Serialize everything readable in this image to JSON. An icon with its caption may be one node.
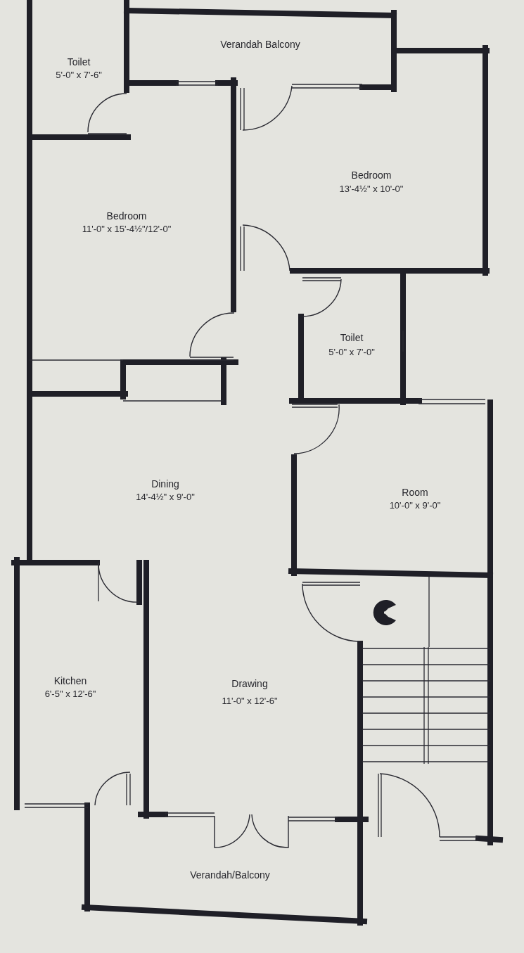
{
  "diagram": {
    "labels": [
      "Verandah Balcony",
      "Toilet",
      "5'-0\" x 7'-6\"",
      "Bedroom",
      "13'-4½\" x 10'-0\"",
      "Bedroom",
      "11'-0\" x 15'-4½\"/12'-0\"",
      "Toilet",
      "5'-0\" x 7'-0\"",
      "Dining",
      "14'-4½\" x 9'-0\"",
      "Room",
      "10'-0\" x 9'-0\"",
      "Kitchen",
      "6'-5\" x 12'-6\"",
      "Drawing",
      "11'-0\" x 12'-6\"",
      "Verandah/Balcony"
    ]
  }
}
